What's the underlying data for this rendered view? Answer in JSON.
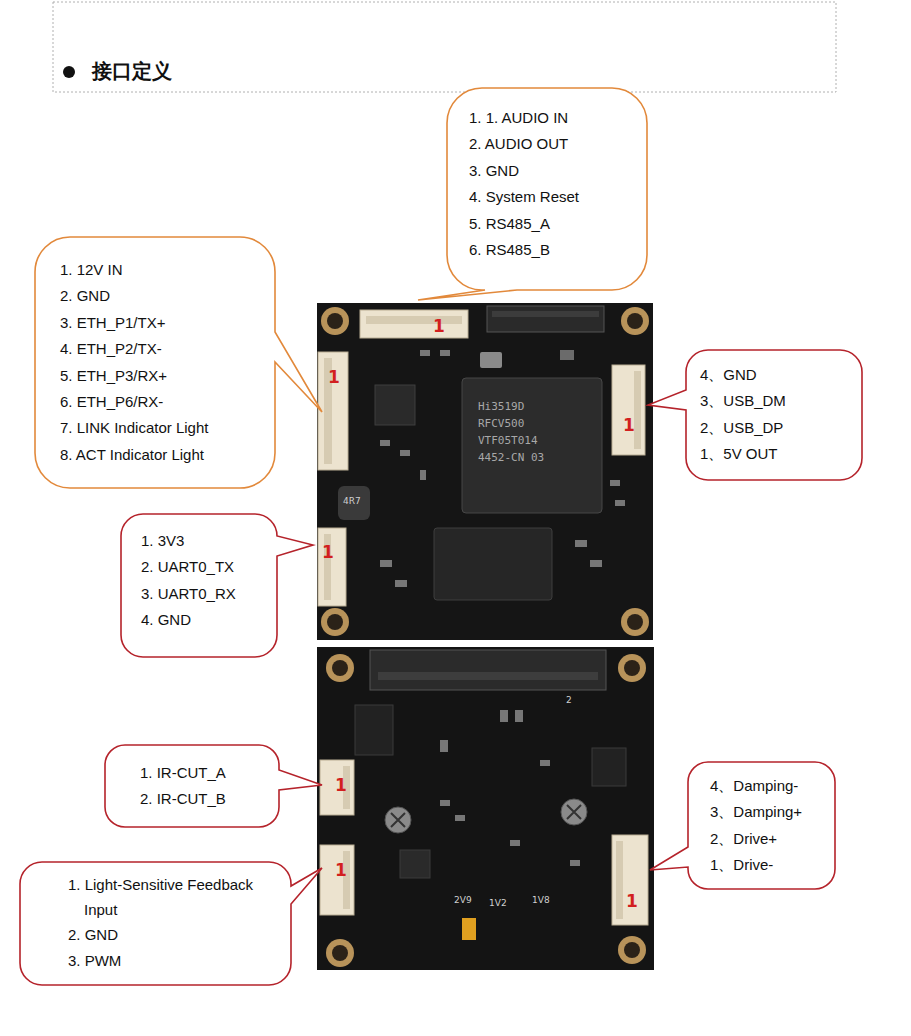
{
  "diagram": {
    "title": "接口定义",
    "nodes": [
      {
        "text": [
          "1. 1. AUDIO IN",
          "2. AUDIO OUT",
          "3. GND",
          "4. System Reset",
          "5. RS485_A",
          "6. RS485_B"
        ]
      },
      {
        "text": [
          "1. 12V IN",
          "2. GND",
          "3. ETH_P1/TX+",
          "4. ETH_P2/TX-",
          "5. ETH_P3/RX+",
          "6. ETH_P6/RX-",
          "7. LINK Indicator Light",
          "8. ACT Indicator Light"
        ]
      },
      {
        "text": [
          "4、GND",
          "3、USB_DM",
          "2、USB_DP",
          "1、5V OUT"
        ]
      },
      {
        "text": [
          "1. 3V3",
          "2. UART0_TX",
          "3. UART0_RX",
          "4. GND"
        ]
      },
      {
        "text": [
          "1. IR-CUT_A",
          "2. IR-CUT_B"
        ]
      },
      {
        "text": [
          "4、Damping-",
          "3、Damping+",
          "2、Drive+",
          "1、Drive-"
        ]
      },
      {
        "text": [
          "1. Light-Sensitive Feedback Input",
          "2. GND",
          "3. PWM"
        ]
      }
    ],
    "labels": [
      "1",
      "1",
      "1",
      "1",
      "1",
      "1",
      "1",
      "Hi3519D",
      "RFCV500",
      "VTF05T014",
      "4452-CN 03",
      "4R7",
      "2V9",
      "1V2",
      "1V8",
      "2"
    ]
  }
}
